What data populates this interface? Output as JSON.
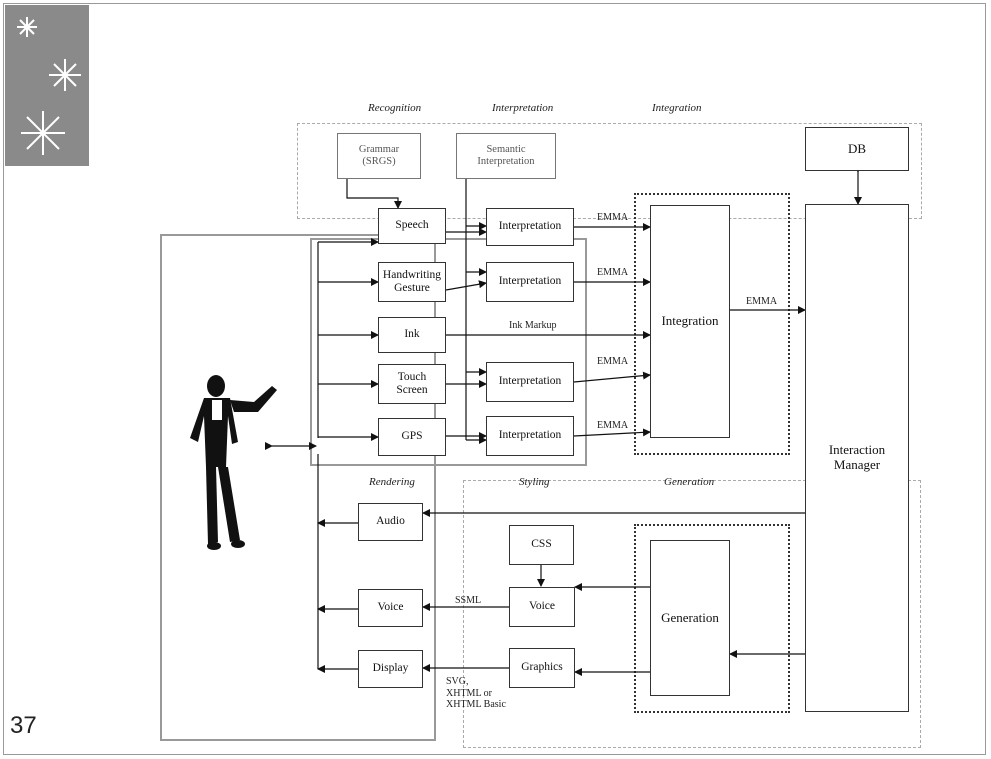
{
  "slide_number": "37",
  "stages": {
    "recognition": "Recognition",
    "interpretation": "Interpretation",
    "integration": "Integration",
    "rendering": "Rendering",
    "styling": "Styling",
    "generation": "Generation"
  },
  "boxes": {
    "grammar": "Grammar\n(SRGS)",
    "semantic_interpretation": "Semantic\nInterpretation",
    "db": "DB",
    "speech": "Speech",
    "handwriting_gesture": "Handwriting\nGesture",
    "ink": "Ink",
    "touch_screen": "Touch\nScreen",
    "gps": "GPS",
    "interpretation_1": "Interpretation",
    "interpretation_2": "Interpretation",
    "interpretation_3": "Interpretation",
    "interpretation_4": "Interpretation",
    "integration": "Integration",
    "interaction_manager": "Interaction\nManager",
    "audio": "Audio",
    "voice_out": "Voice",
    "display": "Display",
    "css": "CSS",
    "voice_style": "Voice",
    "graphics": "Graphics",
    "generation": "Generation"
  },
  "labels": {
    "emma_1": "EMMA",
    "emma_2": "EMMA",
    "emma_3": "EMMA",
    "emma_4": "EMMA",
    "emma_im": "EMMA",
    "ink_markup": "Ink Markup",
    "ssml": "SSML",
    "graphics_formats": "SVG,\nXHTML or\nXHTML Basic"
  }
}
